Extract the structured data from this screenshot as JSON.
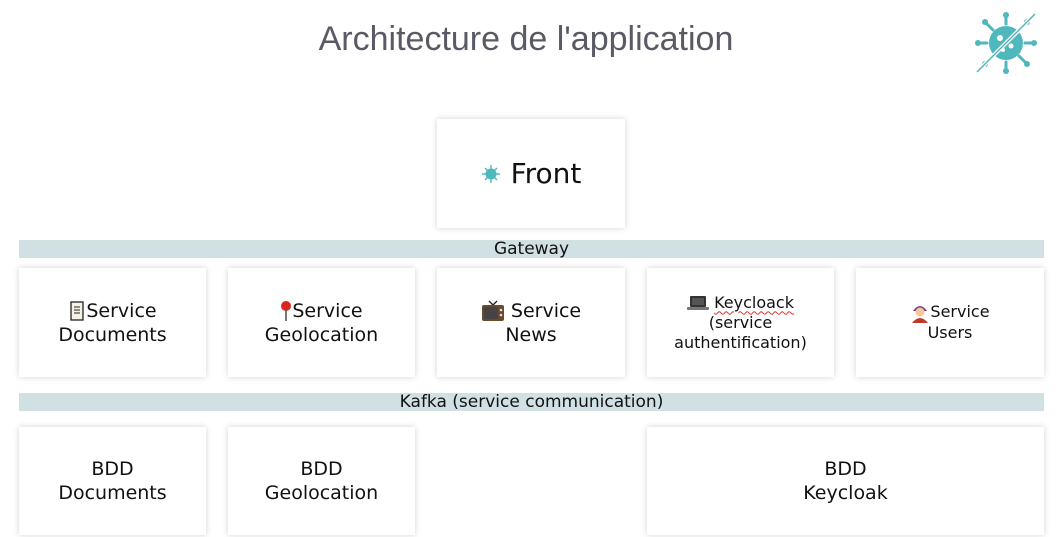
{
  "title": "Architecture de l'application",
  "front": {
    "label": "Front"
  },
  "gateway": {
    "label": "Gateway"
  },
  "kafka": {
    "label": "Kafka (service communication)"
  },
  "services": [
    {
      "line1": "Service",
      "line2": "Documents",
      "icon": "scroll-icon"
    },
    {
      "line1": "Service",
      "line2": "Geolocation",
      "icon": "pushpin-icon"
    },
    {
      "line1": "Service",
      "line2": "News",
      "icon": "tv-icon"
    },
    {
      "line1": "Keycloack",
      "line2": "(service",
      "line3": "authentification)",
      "icon": "laptop-icon"
    },
    {
      "line1": "Service",
      "line2": "Users",
      "icon": "person-icon"
    }
  ],
  "databases": [
    {
      "line1": "BDD",
      "line2": "Documents"
    },
    {
      "line1": "BDD",
      "line2": "Geolocation"
    },
    {
      "line1": "BDD",
      "line2": "Keycloak"
    }
  ],
  "colors": {
    "band": "#d0e0e3",
    "title": "#595a66",
    "logo": "#4fb8bd"
  }
}
